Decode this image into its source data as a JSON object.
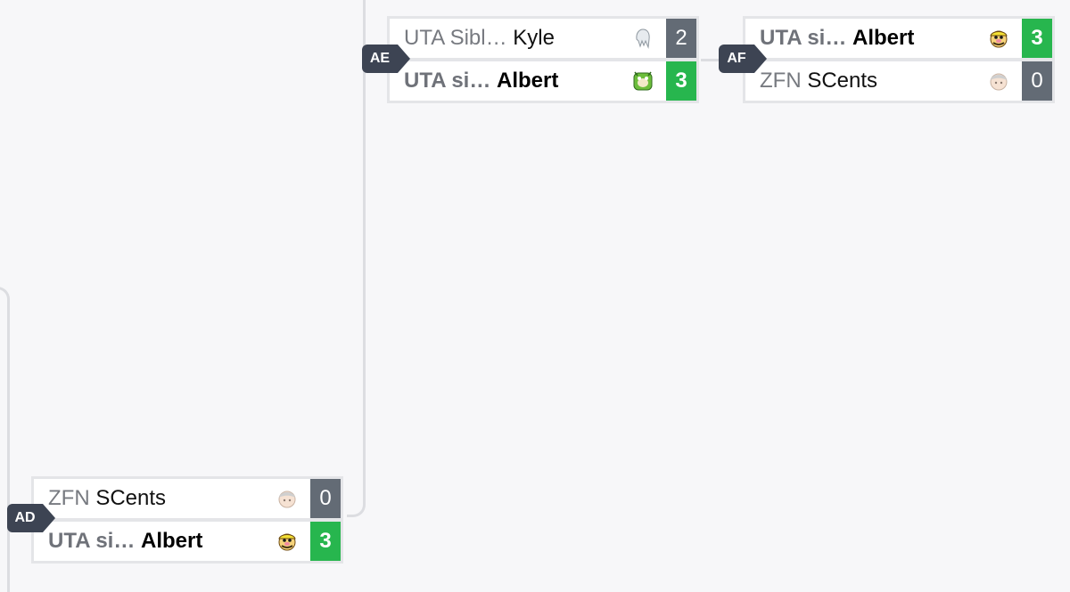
{
  "matches": {
    "ae": {
      "identifier": "AE",
      "top": {
        "prefix": "UTA Sibl…",
        "gamertag": "Kyle",
        "score": "2",
        "character_icon": "shulk-icon",
        "winner": false
      },
      "bottom": {
        "prefix": "UTA si…",
        "gamertag": "Albert",
        "score": "3",
        "character_icon": "bowser-jr-icon",
        "winner": true
      }
    },
    "af": {
      "identifier": "AF",
      "top": {
        "prefix": "UTA si…",
        "gamertag": "Albert",
        "score": "3",
        "character_icon": "wario-icon",
        "winner": true
      },
      "bottom": {
        "prefix": "ZFN",
        "gamertag": "SCents",
        "score": "0",
        "character_icon": "mii-brawler-icon",
        "winner": false
      }
    },
    "ad": {
      "identifier": "AD",
      "top": {
        "prefix": "ZFN",
        "gamertag": "SCents",
        "score": "0",
        "character_icon": "mii-brawler-icon",
        "winner": false
      },
      "bottom": {
        "prefix": "UTA si…",
        "gamertag": "Albert",
        "score": "3",
        "character_icon": "wario-icon",
        "winner": true
      }
    }
  },
  "colors": {
    "winner_score": "#27b64e",
    "loser_score": "#636b75",
    "badge": "#3d4453",
    "background": "#f7f7f9"
  }
}
